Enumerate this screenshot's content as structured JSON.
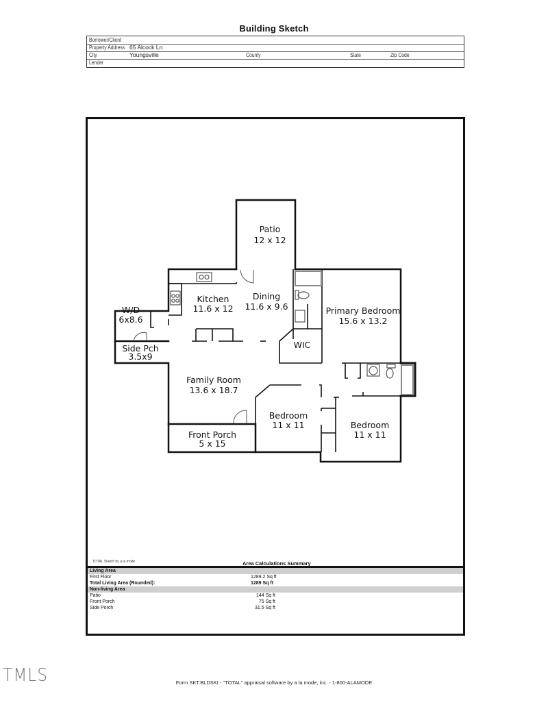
{
  "header": {
    "title": "Building Sketch",
    "fields": {
      "borrower_label": "Borrower/Client",
      "borrower_value": "",
      "address_label": "Property Address",
      "address_value": "65 Alcock Ln",
      "city_label": "City",
      "city_value": "Youngsville",
      "county_label": "County",
      "state_label": "State",
      "zip_label": "Zip Code",
      "lender_label": "Lender"
    }
  },
  "sketch": {
    "rooms": [
      {
        "name": "Patio",
        "dims": "12 x 12"
      },
      {
        "name": "Kitchen",
        "dims": "11.6 x 12"
      },
      {
        "name": "Dining",
        "dims": "11.6 x 9.6"
      },
      {
        "name": "Primary Bedroom",
        "dims": "15.6 x 13.2"
      },
      {
        "name": "W/D",
        "dims": "6x8.6"
      },
      {
        "name": "Side Pch",
        "dims": "3.5x9"
      },
      {
        "name": "WIC",
        "dims": ""
      },
      {
        "name": "Family Room",
        "dims": "13.6 x 18.7"
      },
      {
        "name": "Bedroom",
        "dims": "11 x 11"
      },
      {
        "name": "Bedroom",
        "dims": "11 x 11"
      },
      {
        "name": "Front Porch",
        "dims": "5 x 15"
      }
    ]
  },
  "summary": {
    "credit": "TOTAL Sketch by a la mode",
    "title": "Area Calculations Summary",
    "living_header": "Living Area",
    "living_rows": [
      {
        "label": "First Floor",
        "value": "1289.2 Sq ft"
      }
    ],
    "total_label": "Total Living Area (Rounded):",
    "total_value": "1289 Sq ft",
    "nonliving_header": "Non-living Area",
    "nonliving_rows": [
      {
        "label": "Patio",
        "value": "144 Sq ft"
      },
      {
        "label": "Front Porch",
        "value": "75 Sq ft"
      },
      {
        "label": "Side Porch",
        "value": "31.5 Sq ft"
      }
    ]
  },
  "footer": {
    "logo": "TMLS",
    "text": "Form SKT.BLDSKI - \"TOTAL\" appraisal software by a la mode, inc. - 1-800-ALAMODE"
  }
}
